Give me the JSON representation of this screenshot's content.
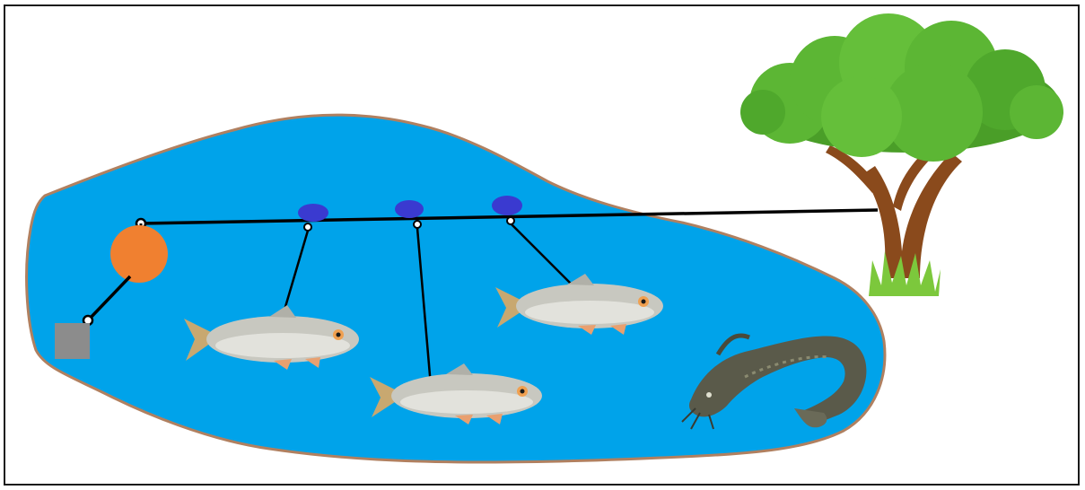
{
  "scene": {
    "kind": "fishing-line-setup-illustration",
    "colors": {
      "frame": "#1a1a1a",
      "water": "#00a3ea",
      "shore": "#b08060",
      "buoy": "#f08030",
      "anchor": "#8c8c8c",
      "floats": "#3a3ad0",
      "line": "#000000",
      "foliage": "#5cb634",
      "trunk": "#8a4a1c",
      "grass": "#7cc83c",
      "fish_body": "#c8c8c0",
      "fish_fins": "#e8a070",
      "catfish": "#5a5a4a"
    },
    "elements": {
      "anchor": "anchor-weight",
      "buoy": "buoy",
      "mainline": "main-line",
      "floats": [
        "float-1",
        "float-2",
        "float-3"
      ],
      "leaders": [
        "leader-line-1",
        "leader-line-2",
        "leader-line-3"
      ],
      "fish": [
        "roach-fish-1",
        "roach-fish-2",
        "roach-fish-3"
      ],
      "catfish": "catfish",
      "tree": "tree"
    }
  }
}
